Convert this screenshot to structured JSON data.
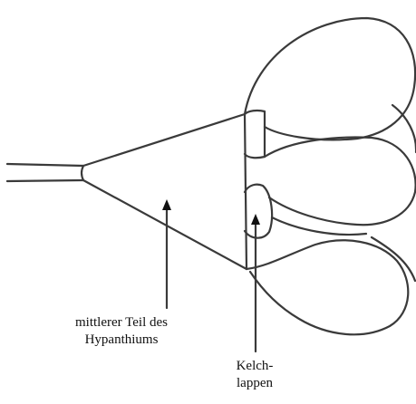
{
  "labels": {
    "hypanthium_line1": "mittlerer Teil des",
    "hypanthium_line2": "Hypanthiums",
    "kelch_line1": "Kelch-",
    "kelch_line2": "lappen"
  },
  "colors": {
    "stroke": "#3a3a3a",
    "text": "#111111",
    "background": "#ffffff"
  }
}
